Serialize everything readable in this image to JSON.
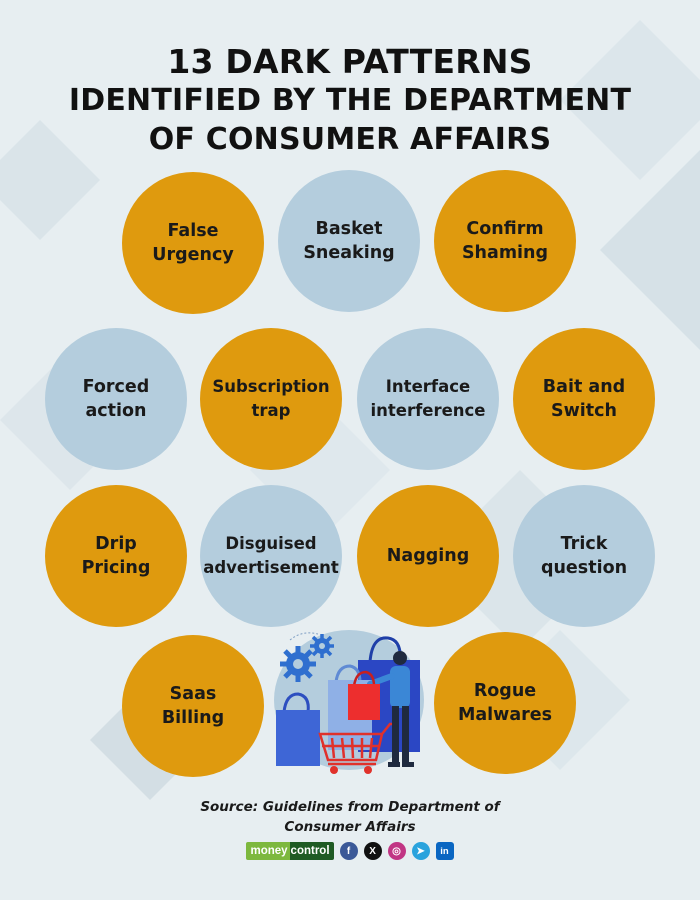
{
  "title": {
    "line1": "13 DARK PATTERNS",
    "line2": "IDENTIFIED BY THE DEPARTMENT",
    "line3": "OF CONSUMER AFFAIRS"
  },
  "patterns": [
    {
      "line1": "False",
      "line2": "Urgency",
      "color": "orange"
    },
    {
      "line1": "Basket",
      "line2": "Sneaking",
      "color": "blue"
    },
    {
      "line1": "Confirm",
      "line2": "Shaming",
      "color": "orange"
    },
    {
      "line1": "Forced",
      "line2": "action",
      "color": "blue"
    },
    {
      "line1": "Subscription",
      "line2": "trap",
      "color": "orange"
    },
    {
      "line1": "Interface",
      "line2": "interference",
      "color": "blue"
    },
    {
      "line1": "Bait and",
      "line2": "Switch",
      "color": "orange"
    },
    {
      "line1": "Drip",
      "line2": "Pricing",
      "color": "orange"
    },
    {
      "line1": "Disguised",
      "line2": "advertisement",
      "color": "blue"
    },
    {
      "line1": "Nagging",
      "line2": "",
      "color": "orange"
    },
    {
      "line1": "Trick",
      "line2": "question",
      "color": "blue"
    },
    {
      "line1": "Saas",
      "line2": "Billing",
      "color": "orange"
    },
    {
      "line1": "Rogue",
      "line2": "Malwares",
      "color": "orange"
    }
  ],
  "source": {
    "line1": "Source: Guidelines from Department of",
    "line2": "Consumer Affairs"
  },
  "brand": {
    "part1": "money",
    "part2": "control"
  },
  "social": {
    "facebook": "f",
    "x": "X",
    "instagram": "◎",
    "telegram": "➤",
    "linkedin": "in"
  },
  "colors": {
    "orange": "#df9a0e",
    "blue": "#b4cddd",
    "background": "#e7eef1",
    "brand_light": "#7db83e",
    "brand_dark": "#1f5b24"
  }
}
